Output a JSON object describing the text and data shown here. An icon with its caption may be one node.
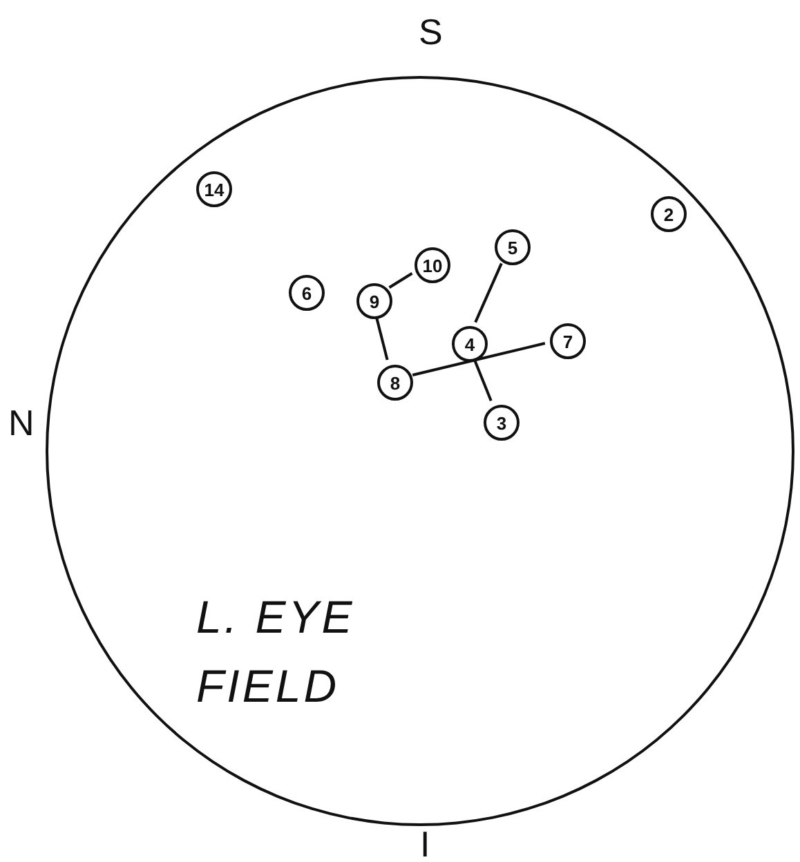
{
  "diagram": {
    "nodes": [
      {
        "text": [
          "L. EYE FIELD"
        ]
      },
      {
        "text": [
          "14"
        ],
        "in": 0
      },
      {
        "text": [
          "2"
        ],
        "in": 0
      },
      {
        "text": [
          "5"
        ],
        "in": 0
      },
      {
        "text": [
          "10"
        ],
        "in": 0
      },
      {
        "text": [
          "6"
        ],
        "in": 0
      },
      {
        "text": [
          "9"
        ],
        "in": 0
      },
      {
        "text": [
          "4"
        ],
        "in": 0
      },
      {
        "text": [
          "7"
        ],
        "in": 0
      },
      {
        "text": [
          "8"
        ],
        "in": 0
      },
      {
        "text": [
          "3"
        ],
        "in": 0
      }
    ],
    "edges": [
      {
        "from": 6,
        "to": 4,
        "arrow": "none"
      },
      {
        "from": 6,
        "to": 9,
        "arrow": "none"
      },
      {
        "from": 3,
        "to": 7,
        "arrow": "none"
      },
      {
        "from": 9,
        "to": 8,
        "arrow": "none"
      },
      {
        "from": 7,
        "to": 10,
        "arrow": "none"
      }
    ],
    "labels": [
      "S",
      "N",
      "I"
    ]
  }
}
